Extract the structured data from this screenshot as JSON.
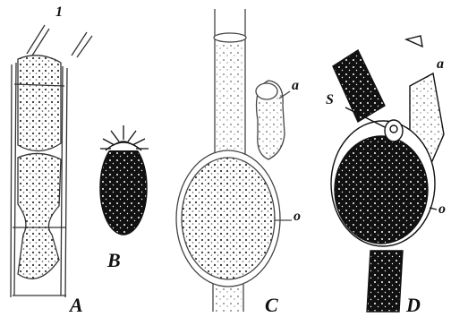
{
  "figures": {
    "A": {
      "label": "A",
      "part_labels": {
        "one": "1"
      }
    },
    "B": {
      "label": "B"
    },
    "C": {
      "label": "C",
      "part_labels": {
        "a": "a",
        "o": "o"
      }
    },
    "D": {
      "label": "D",
      "part_labels": {
        "a": "a",
        "o": "o",
        "S": "S"
      }
    }
  },
  "colors": {
    "ink": "#111111",
    "paper": "#ffffff",
    "wall": "#555555"
  }
}
